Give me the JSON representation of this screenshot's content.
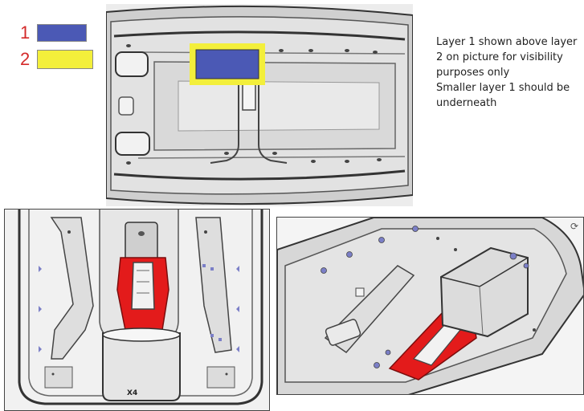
{
  "legend": {
    "items": [
      {
        "number": "1",
        "color": "#4b59b5"
      },
      {
        "number": "2",
        "color": "#f3ef3b"
      }
    ]
  },
  "note": {
    "lines": [
      "Layer 1 shown above layer",
      "2 on picture for visibility",
      "purposes only",
      "Smaller layer 1 should be",
      "underneath"
    ]
  },
  "labels": {
    "part_code": "X4"
  },
  "colors": {
    "part_highlight": "#e31b1b",
    "metal": "#d4d4d4",
    "metal_dark": "#8c8c8c",
    "outline": "#333333",
    "rivet": "#7b7fc7"
  }
}
